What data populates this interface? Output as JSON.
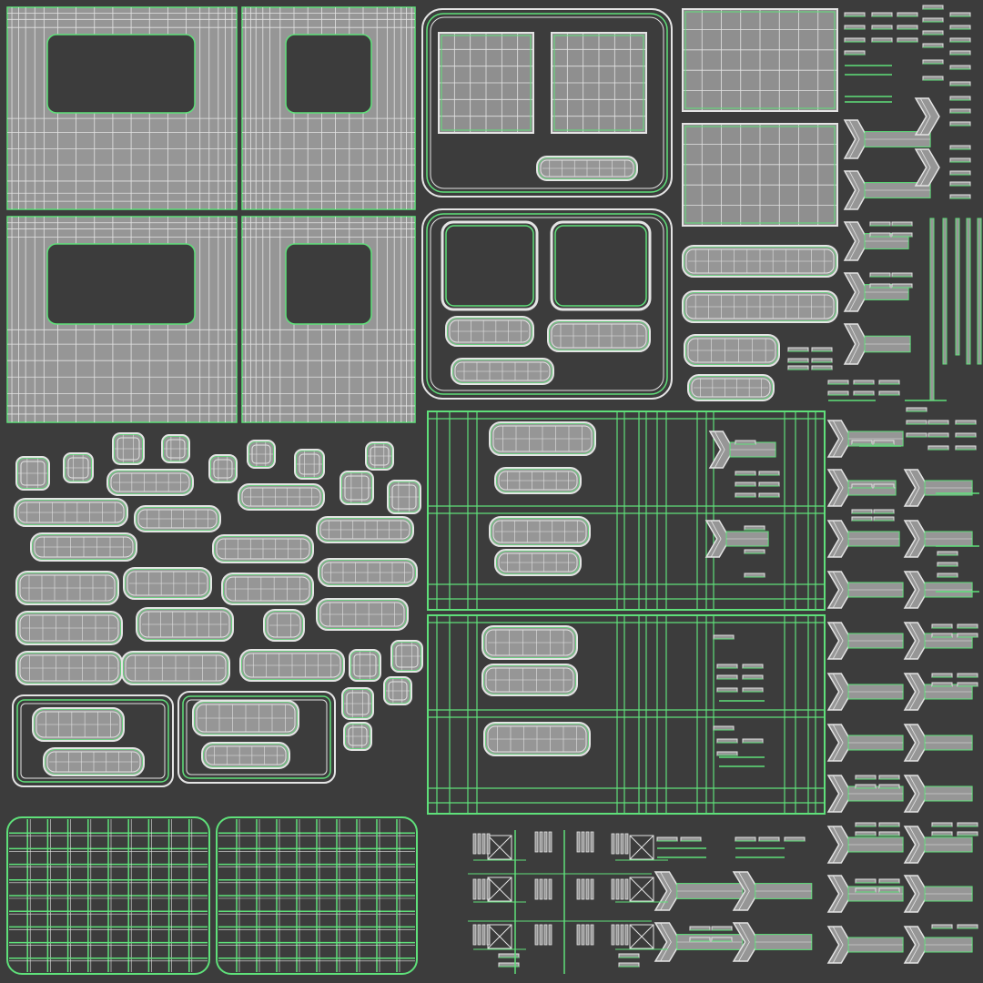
{
  "canvas": {
    "background": "#3c3c3c"
  },
  "colors": {
    "shell_fill": "#969696",
    "face_fill": "#8f8f8f",
    "edge_line": "#e4e4e4",
    "seam_line": "#5fe07a",
    "hole_fill": "#3c3c3c"
  },
  "uv_layout": {
    "shell_kinds": [
      "window-panel",
      "door-panel",
      "rounded-slab",
      "cap-piece",
      "grid-panel",
      "chevron-piece",
      "strip",
      "cross-marker"
    ]
  }
}
